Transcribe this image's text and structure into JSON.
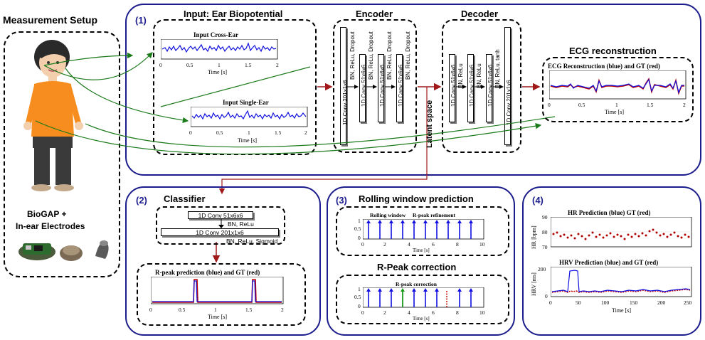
{
  "setup": {
    "title": "Measurement Setup",
    "device": "BioGAP +",
    "electrodes": "In-ear Electrodes"
  },
  "panel1": {
    "number": "(1)",
    "input_title": "Input: Ear Biopotential",
    "cross_ear_title": "Input Cross-Ear",
    "single_ear_title": "Input Single-Ear",
    "time_label": "Time [s]",
    "ticks_x": [
      "0",
      "0.5",
      "1",
      "1.5",
      "2"
    ],
    "encoder_title": "Encoder",
    "decoder_title": "Decoder",
    "latent_label": "Latent space",
    "encoder_layers": [
      {
        "conv": "1D Conv 201x1x6",
        "act": "BN, ReLu, Dropout"
      },
      {
        "conv": "1D Conv 51x6x6",
        "act": "BN, ReLu, Dropout"
      },
      {
        "conv": "1D Conv 51x6x6",
        "act": "BN, ReLu, Dropout"
      },
      {
        "conv": "1D Conv 51x6x6",
        "act": "BN, ReLu, Dropout"
      }
    ],
    "decoder_layers": [
      {
        "conv": "1D Conv 51x6x6",
        "act": "BN, ReLu"
      },
      {
        "conv": "1D Conv 51x6x6",
        "act": "BN, ReLu"
      },
      {
        "conv": "1D Conv 51x6x6",
        "act": "BN, ReLu, tanh"
      },
      {
        "conv": "1D Conv 201x1x6",
        "act": ""
      }
    ],
    "ecg_title": "ECG reconstruction",
    "ecg_plot_title": "ECG Reconstruction (blue) and GT (red)"
  },
  "panel2": {
    "number": "(2)",
    "title": "Classifier",
    "layer1": "1D Conv 51x6x6",
    "act1": "BN, ReLu",
    "layer2": "1D Conv 201x1x6",
    "act2": "BN, ReLu, Sigmoid",
    "plot_title": "R-peak prediction (blue) and GT (red)",
    "time_label": "Time [s]",
    "ticks_x": [
      "0",
      "0.5",
      "1",
      "1.5",
      "2"
    ]
  },
  "panel3": {
    "number": "(3)",
    "rolling_title": "Rolling window prediction",
    "rolling_plot_title1": "Rolling window",
    "rolling_plot_title2": "R-peak refinement",
    "correction_title": "R-Peak correction",
    "correction_plot_title": "R-peak correction",
    "time_label": "Time [s]",
    "ticks_x": [
      "0",
      "2",
      "4",
      "6",
      "8",
      "10"
    ],
    "ticks_y": [
      "1",
      "0.5",
      "0"
    ]
  },
  "panel4": {
    "number": "(4)",
    "hr_title": "HR Prediction (blue) GT (red)",
    "hr_ylabel": "HR [bpm]",
    "hr_ticks_y": [
      "90",
      "80",
      "70"
    ],
    "hrv_title": "HRV Prediction (blue) and GT (red)",
    "hrv_ylabel": "HRV [ms]",
    "hrv_ticks_y": [
      "200",
      "0"
    ],
    "ticks_x": [
      "0",
      "50",
      "100",
      "150",
      "200",
      "250"
    ],
    "time_label": "Time [s]"
  },
  "colors": {
    "panel_border": "#1c1d8c",
    "prediction": "#1010e0",
    "ground_truth": "#c00000",
    "arrow_red": "#a01818",
    "arrow_green": "#1a7a1a"
  }
}
